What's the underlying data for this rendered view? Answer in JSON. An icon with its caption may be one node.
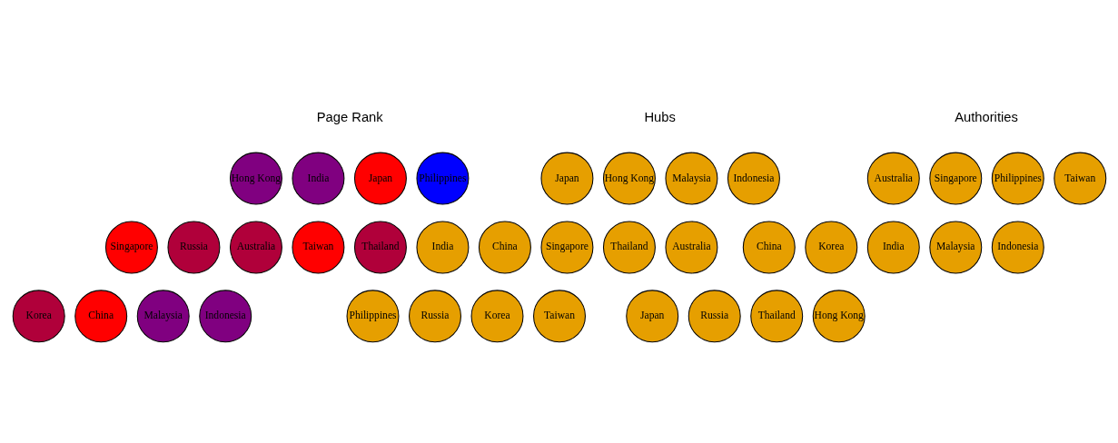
{
  "diagram": {
    "nodes": [
      {
        "text": [
          "Hong Kong"
        ]
      },
      {
        "text": [
          "India"
        ]
      },
      {
        "text": [
          "Japan"
        ]
      },
      {
        "text": [
          "Philippines"
        ]
      },
      {
        "text": [
          "Singapore"
        ]
      },
      {
        "text": [
          "Russia"
        ]
      },
      {
        "text": [
          "Australia"
        ]
      },
      {
        "text": [
          "Taiwan"
        ]
      },
      {
        "text": [
          "Thailand"
        ]
      },
      {
        "text": [
          "Korea"
        ]
      },
      {
        "text": [
          "China"
        ]
      },
      {
        "text": [
          "Malaysia"
        ]
      },
      {
        "text": [
          "Indonesia"
        ]
      },
      {
        "text": [
          "Japan"
        ]
      },
      {
        "text": [
          "Hong Kong"
        ]
      },
      {
        "text": [
          "Malaysia"
        ]
      },
      {
        "text": [
          "Indonesia"
        ]
      },
      {
        "text": [
          "India"
        ]
      },
      {
        "text": [
          "China"
        ]
      },
      {
        "text": [
          "Singapore"
        ]
      },
      {
        "text": [
          "Thailand"
        ]
      },
      {
        "text": [
          "Australia"
        ]
      },
      {
        "text": [
          "Philippines"
        ]
      },
      {
        "text": [
          "Russia"
        ]
      },
      {
        "text": [
          "Korea"
        ]
      },
      {
        "text": [
          "Taiwan"
        ]
      },
      {
        "text": [
          "Australia"
        ]
      },
      {
        "text": [
          "Singapore"
        ]
      },
      {
        "text": [
          "Philippines"
        ]
      },
      {
        "text": [
          "Taiwan"
        ]
      },
      {
        "text": [
          "China"
        ]
      },
      {
        "text": [
          "Korea"
        ]
      },
      {
        "text": [
          "India"
        ]
      },
      {
        "text": [
          "Malaysia"
        ]
      },
      {
        "text": [
          "Indonesia"
        ]
      },
      {
        "text": [
          "Japan"
        ]
      },
      {
        "text": [
          "Russia"
        ]
      },
      {
        "text": [
          "Thailand"
        ]
      },
      {
        "text": [
          "Hong Kong"
        ]
      }
    ],
    "labels": [
      "Page Rank",
      "Hubs",
      "Authorities"
    ]
  }
}
